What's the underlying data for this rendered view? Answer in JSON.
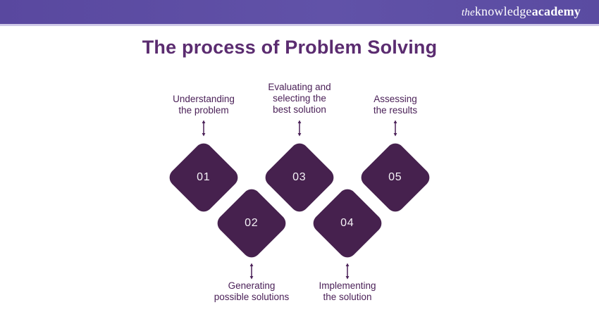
{
  "header": {
    "logo": {
      "part_the": "the",
      "part_knowledge": "knowledge",
      "part_academy": "academy"
    }
  },
  "title": "The process of Problem Solving",
  "steps": [
    {
      "number": "01",
      "label": "Understanding\nthe problem",
      "label_position": "above"
    },
    {
      "number": "02",
      "label": "Generating\npossible solutions",
      "label_position": "below"
    },
    {
      "number": "03",
      "label": "Evaluating and\nselecting the\nbest solution",
      "label_position": "above"
    },
    {
      "number": "04",
      "label": "Implementing\nthe solution",
      "label_position": "below"
    },
    {
      "number": "05",
      "label": "Assessing\nthe results",
      "label_position": "above"
    }
  ],
  "colors": {
    "header_bg": "#5C4CA4",
    "header_underline": "#CFC9E8",
    "title_text": "#5B2C70",
    "diamond_fill": "#46214E",
    "diamond_number": "#F5F2F7",
    "label_text": "#4B2158",
    "connector": "#4B2158",
    "background": "#FFFFFF"
  }
}
